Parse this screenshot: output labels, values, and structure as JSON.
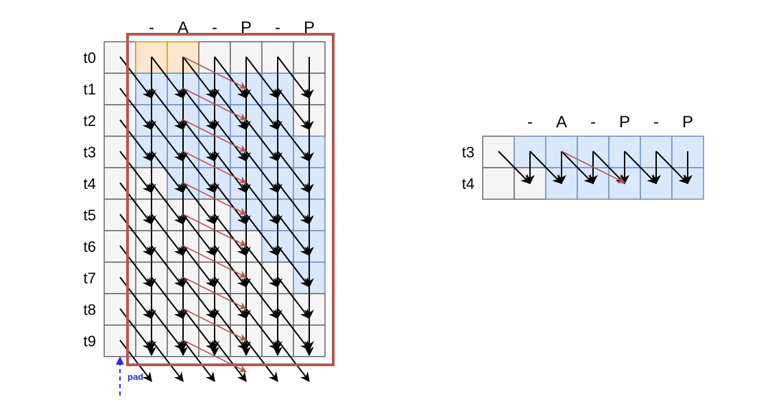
{
  "main_grid": {
    "columns": [
      "-",
      "A",
      "-",
      "P",
      "-",
      "P"
    ],
    "rows": [
      "t0",
      "t1",
      "t2",
      "t3",
      "t4",
      "t5",
      "t6",
      "t7",
      "t8",
      "t9"
    ],
    "initial_cells": [
      [
        0,
        0
      ],
      [
        0,
        1
      ]
    ],
    "valid_cells": {
      "0": [
        [
          1,
          1
        ],
        [
          1,
          2
        ]
      ],
      "1": [
        [
          1,
          3
        ],
        [
          1,
          3
        ]
      ],
      "2": [
        [
          2,
          3
        ],
        [
          1,
          3
        ]
      ],
      "3": [
        [
          3,
          4
        ],
        [
          1,
          5
        ]
      ],
      "4": [
        [
          4,
          5
        ],
        [
          2,
          5
        ]
      ],
      "5": [
        [
          5,
          6
        ],
        [
          3,
          5
        ]
      ],
      "6": [
        [
          6,
          7
        ],
        [
          4,
          5
        ]
      ]
    },
    "pad_label": "pad",
    "highlight_color": "#b85450"
  },
  "side_grid": {
    "columns": [
      "-",
      "A",
      "-",
      "P",
      "-",
      "P"
    ],
    "rows": [
      "t3",
      "t4"
    ],
    "valid_cells": [
      [
        0,
        0,
        5
      ],
      [
        1,
        1,
        5
      ]
    ]
  },
  "colors": {
    "cell_gray": "#f5f5f5",
    "cell_blue": "#dae8fc",
    "cell_orange": "#ffe6cc",
    "cell_border": "#666666",
    "blue_border": "#6c8ebf",
    "orange_border": "#d79b00",
    "arrow": "#000000",
    "skip_arrow": "#b85450",
    "pad_color": "#2b2bd6"
  }
}
